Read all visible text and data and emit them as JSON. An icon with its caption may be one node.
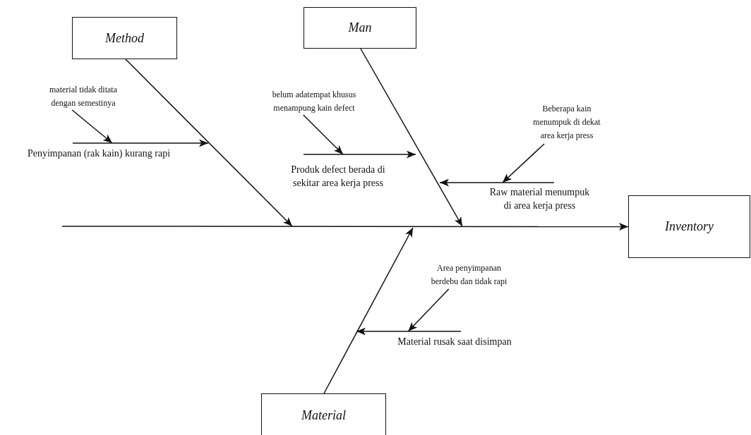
{
  "diagram": {
    "nodes": [
      {
        "text": [
          "Method"
        ]
      },
      {
        "text": [
          "Man"
        ]
      },
      {
        "text": [
          "Inventory"
        ]
      },
      {
        "text": [
          "Material"
        ]
      },
      {
        "text": [
          "material tidak ditata dengan semestinya"
        ]
      },
      {
        "text": [
          "Penyimpanan (rak kain) kurang rapi"
        ]
      },
      {
        "text": [
          "belum adatempat khusus menampung kain defect"
        ]
      },
      {
        "text": [
          "Produk defect berada di sekitar area kerja press"
        ]
      },
      {
        "text": [
          "Beberapa kain menumpuk di dekat area kerja press"
        ]
      },
      {
        "text": [
          "Raw material menumpuk di area kerja press"
        ]
      },
      {
        "text": [
          "Area penyimpanan berdebu dan tidak rapi"
        ]
      },
      {
        "text": [
          "Material rusak saat disimpan"
        ]
      }
    ],
    "edges": [
      {
        "from": null,
        "to": 2,
        "arrow": "to"
      },
      {
        "from": 0,
        "to": null,
        "arrow": "to"
      },
      {
        "from": 1,
        "to": null,
        "arrow": "to"
      },
      {
        "from": 3,
        "to": null,
        "arrow": "to"
      },
      {
        "from": 4,
        "to": 5,
        "arrow": "to"
      },
      {
        "from": 5,
        "to": null,
        "arrow": "to"
      },
      {
        "from": 6,
        "to": 7,
        "arrow": "to"
      },
      {
        "from": 7,
        "to": null,
        "arrow": "to"
      },
      {
        "from": 8,
        "to": 9,
        "arrow": "to"
      },
      {
        "from": 9,
        "to": null,
        "arrow": "to"
      },
      {
        "from": 10,
        "to": 11,
        "arrow": "to"
      },
      {
        "from": 11,
        "to": null,
        "arrow": "to"
      }
    ]
  }
}
